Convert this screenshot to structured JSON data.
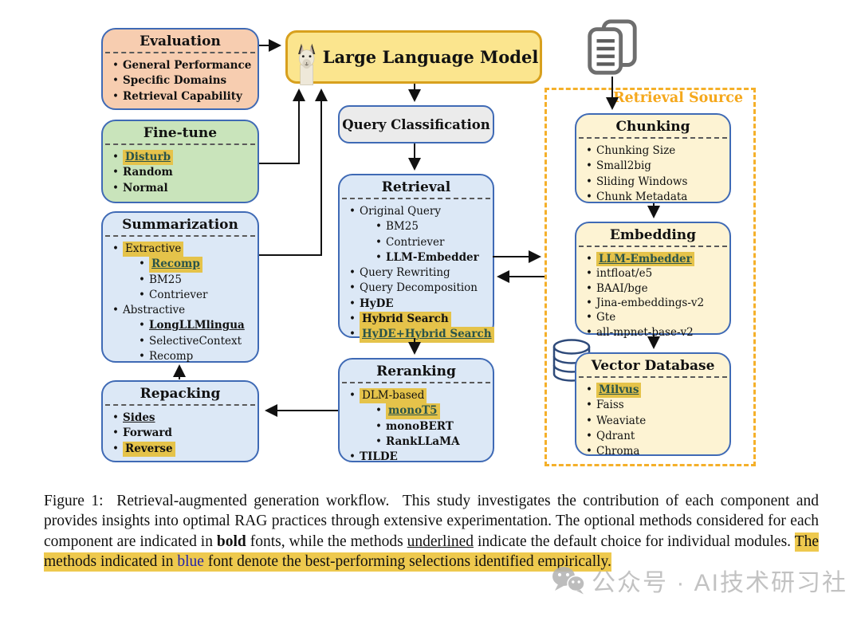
{
  "diagram": {
    "llm": {
      "title": "Large Language Model"
    },
    "query_classification": {
      "title": "Query Classification"
    },
    "retrieval_source": {
      "label": "Retrieval Source"
    },
    "boxes": {
      "evaluation": {
        "title": "Evaluation",
        "items": [
          {
            "text": "General Performance",
            "bold": true
          },
          {
            "text": "Specific Domains",
            "bold": true
          },
          {
            "text": "Retrieval Capability",
            "bold": true
          }
        ]
      },
      "finetune": {
        "title": "Fine-tune",
        "items": [
          {
            "text": "Disturb",
            "bold": true,
            "underline": true,
            "highlight": true,
            "blue": true
          },
          {
            "text": "Random",
            "bold": true
          },
          {
            "text": "Normal",
            "bold": true
          }
        ]
      },
      "summarization": {
        "title": "Summarization",
        "items": [
          {
            "text": "Extractive",
            "highlight": true
          },
          {
            "text": "Recomp",
            "indent": 1,
            "bold": true,
            "underline": true,
            "highlight": true,
            "blue": true
          },
          {
            "text": "BM25",
            "indent": 1
          },
          {
            "text": "Contriever",
            "indent": 1
          },
          {
            "text": "Abstractive"
          },
          {
            "text": "LongLLMlingua",
            "indent": 1,
            "bold": true,
            "underline": true
          },
          {
            "text": "SelectiveContext",
            "indent": 1
          },
          {
            "text": "Recomp",
            "indent": 1
          }
        ]
      },
      "repacking": {
        "title": "Repacking",
        "items": [
          {
            "text": "Sides",
            "bold": true,
            "underline": true
          },
          {
            "text": "Forward",
            "bold": true
          },
          {
            "text": "Reverse",
            "bold": true,
            "highlight": true
          }
        ]
      },
      "retrieval": {
        "title": "Retrieval",
        "items": [
          {
            "text": "Original Query"
          },
          {
            "text": "BM25",
            "indent": 1
          },
          {
            "text": "Contriever",
            "indent": 1
          },
          {
            "text": "LLM-Embedder",
            "indent": 1,
            "bold": true
          },
          {
            "text": "Query Rewriting"
          },
          {
            "text": "Query Decomposition"
          },
          {
            "text": "HyDE",
            "bold": true
          },
          {
            "text": "Hybrid Search",
            "bold": true,
            "highlight": true
          },
          {
            "text": "HyDE+Hybrid Search",
            "bold": true,
            "underline": true,
            "highlight": true,
            "blue": true
          }
        ]
      },
      "reranking": {
        "title": "Reranking",
        "items": [
          {
            "text": "DLM-based",
            "highlight": true
          },
          {
            "text": "monoT5",
            "indent": 1,
            "bold": true,
            "underline": true,
            "highlight": true,
            "blue": true
          },
          {
            "text": "monoBERT",
            "indent": 1,
            "bold": true
          },
          {
            "text": "RankLLaMA",
            "indent": 1,
            "bold": true
          },
          {
            "text": "TILDE",
            "bold": true
          }
        ]
      },
      "chunking": {
        "title": "Chunking",
        "items": [
          {
            "text": "Chunking Size"
          },
          {
            "text": "Small2big"
          },
          {
            "text": "Sliding Windows"
          },
          {
            "text": "Chunk Metadata"
          }
        ]
      },
      "embedding": {
        "title": "Embedding",
        "items": [
          {
            "text": "LLM-Embedder",
            "bold": true,
            "underline": true,
            "highlight": true,
            "blue": true
          },
          {
            "text": "intfloat/e5"
          },
          {
            "text": "BAAI/bge"
          },
          {
            "text": "Jina-embeddings-v2"
          },
          {
            "text": "Gte"
          },
          {
            "text": "all-mpnet-base-v2"
          }
        ]
      },
      "vector_database": {
        "title": "Vector Database",
        "items": [
          {
            "text": "Milvus",
            "bold": true,
            "underline": true,
            "highlight": true,
            "blue": true
          },
          {
            "text": "Faiss"
          },
          {
            "text": "Weaviate"
          },
          {
            "text": "Qdrant"
          },
          {
            "text": "Chroma"
          }
        ]
      }
    },
    "icons": {
      "llama": "llama-icon",
      "documents": "documents-icon",
      "database": "database-cylinder-icon"
    }
  },
  "caption": {
    "segments": [
      {
        "text": "Figure 1:  Retrieval-augmented generation workflow.  This study investigates the contribution of each component and provides insights into optimal RAG practices through extensive experimentation. The optional methods considered for each component are indicated in "
      },
      {
        "text": "bold",
        "bold": true
      },
      {
        "text": " fonts, while the methods "
      },
      {
        "text": "underlined",
        "underline": true
      },
      {
        "text": " indicate the default choice for individual modules. "
      },
      {
        "text": "The methods indicated in ",
        "highlight": true
      },
      {
        "text": "blue",
        "highlight": true,
        "blue": true
      },
      {
        "text": " font denote the best-performing selections identified empirically.",
        "highlight": true
      }
    ]
  },
  "watermark": {
    "text": "公众号 · AI技术研习社",
    "icon": "wechat-icon"
  },
  "colors": {
    "box_border_blue": "#3f6ab5",
    "evaluation_fill": "#f7cdb0",
    "finetune_fill": "#c9e4bb",
    "blue_fill": "#dce8f6",
    "cream_fill": "#fdf3d3",
    "llm_fill": "#fbe58e",
    "llm_border": "#d8a01d",
    "query_classification_fill": "#ebebeb",
    "retrieval_source_accent": "#f5a81c",
    "highlight": "#e5c34a",
    "highlight_text_blue": "#2a544a",
    "caption_blue": "#2323a8",
    "watermark_gray": "#b8b8b8"
  }
}
